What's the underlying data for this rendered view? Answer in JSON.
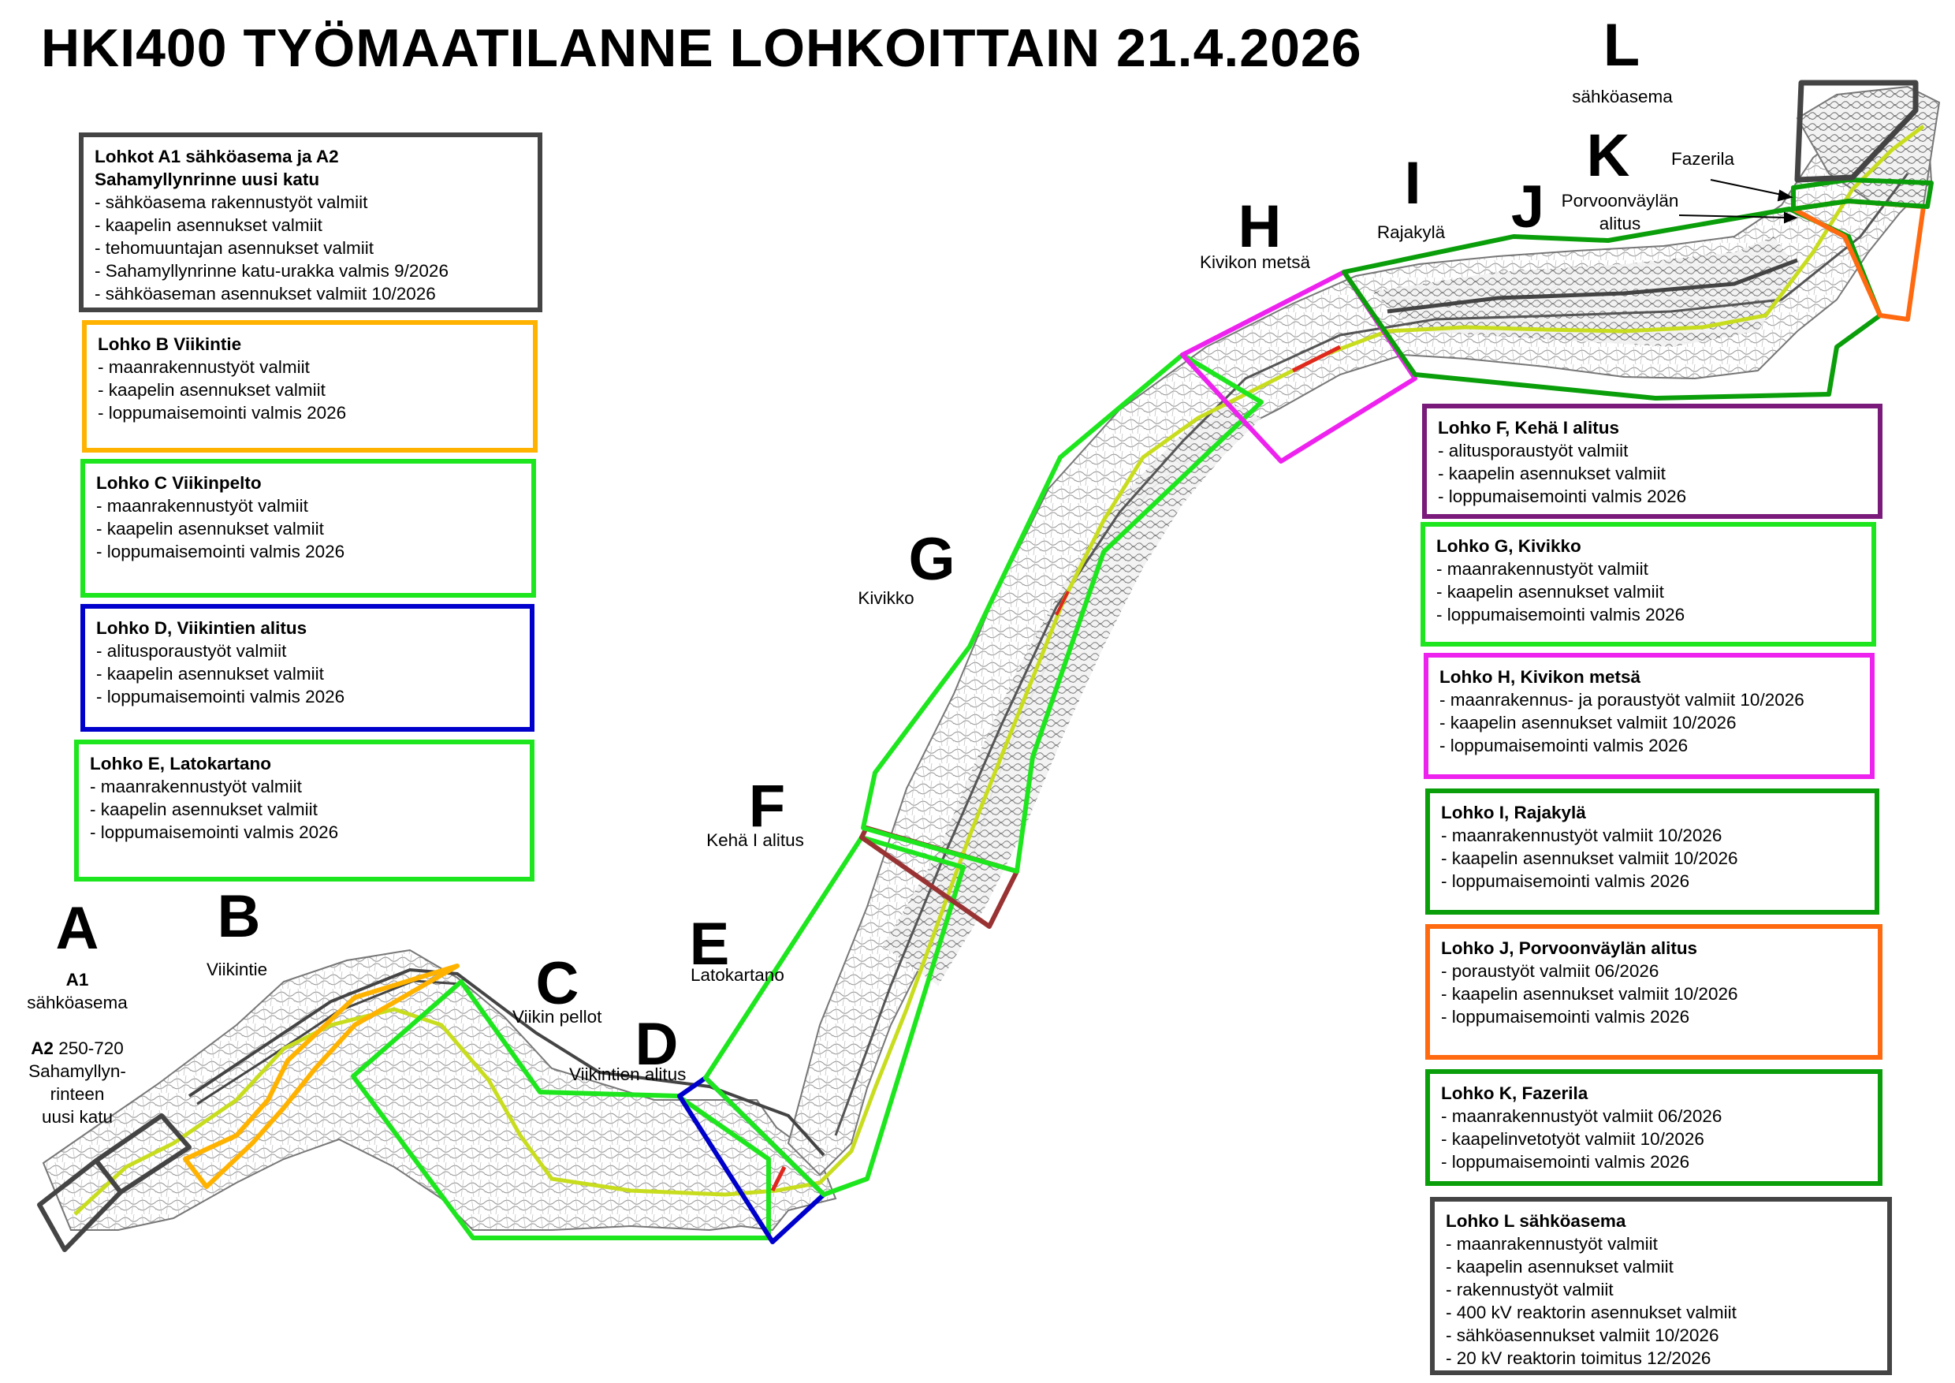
{
  "title": "HKI400 TYÖMAATILANNE LOHKOITTAIN 21.4.2026",
  "colors": {
    "gray": "#444444",
    "orange_yellow": "#ffb300",
    "green": "#1ee61e",
    "blue": "#0000cc",
    "green_dark": "#0a9e0a",
    "magenta": "#ee22ee",
    "purple": "#7a1a7a",
    "brown_red": "#993333",
    "orange": "#ff6a10"
  },
  "letters": {
    "A": "A",
    "B": "B",
    "C": "C",
    "D": "D",
    "E": "E",
    "F": "F",
    "G": "G",
    "H": "H",
    "I": "I",
    "J": "J",
    "K": "K",
    "L": "L"
  },
  "places": {
    "A1": "A1",
    "A1_name": "sähköasema",
    "A2": "A2",
    "A2_range": "250-720",
    "A2_name_1": "Sahamyllyn-",
    "A2_name_2": "rinteen",
    "A2_name_3": "uusi katu",
    "B": "Viikintie",
    "C": "Viikin pellot",
    "D": "Viikintien alitus",
    "E": "Latokartano",
    "F": "Kehä I alitus",
    "G": "Kivikko",
    "H": "Kivikon metsä",
    "I": "Rajakylä",
    "K_1": "Porvoonväylän",
    "K_2": "alitus",
    "Fazerila": "Fazerila",
    "L": "sähköasema"
  },
  "boxes": [
    {
      "id": "A",
      "color_key": "gray",
      "title_1": "Lohkot A1 sähköasema ja A2",
      "title_2": "Sahamyllynrinne uusi katu",
      "items": [
        "sähköasema rakennustyöt valmiit",
        "kaapelin asennukset valmiit",
        "tehomuuntajan asennukset valmiit",
        "Sahamyllynrinne katu-urakka valmis 9/2026",
        "sähköaseman asennukset valmiit 10/2026"
      ]
    },
    {
      "id": "B",
      "color_key": "orange_yellow",
      "title_1": "Lohko B Viikintie",
      "items": [
        "maanrakennustyöt valmiit",
        "kaapelin asennukset valmiit",
        "loppumaisemointi valmis 2026"
      ]
    },
    {
      "id": "C",
      "color_key": "green",
      "title_1": "Lohko C Viikinpelto",
      "items": [
        "maanrakennustyöt valmiit",
        "kaapelin asennukset valmiit",
        "loppumaisemointi valmis 2026"
      ]
    },
    {
      "id": "D",
      "color_key": "blue",
      "title_1": "Lohko D, Viikintien alitus",
      "items": [
        "alitusporaustyöt valmiit",
        "kaapelin asennukset valmiit",
        "loppumaisemointi valmis 2026"
      ]
    },
    {
      "id": "E",
      "color_key": "green",
      "title_1": "Lohko E, Latokartano",
      "items": [
        "maanrakennustyöt  valmiit",
        "kaapelin asennukset valmiit",
        "loppumaisemointi valmis 2026"
      ]
    },
    {
      "id": "F",
      "color_key": "purple",
      "title_1": "Lohko F, Kehä I alitus",
      "items": [
        "alitusporaustyöt valmiit",
        "kaapelin asennukset valmiit",
        "loppumaisemointi valmis 2026"
      ]
    },
    {
      "id": "G",
      "color_key": "green",
      "title_1": "Lohko G, Kivikko",
      "items": [
        "maanrakennustyöt valmiit",
        "kaapelin asennukset valmiit",
        "loppumaisemointi valmis 2026"
      ]
    },
    {
      "id": "H",
      "color_key": "magenta",
      "title_1": "Lohko H, Kivikon metsä",
      "items": [
        "maanrakennus- ja poraustyöt valmiit 10/2026",
        "kaapelin asennukset valmiit 10/2026",
        "loppumaisemointi valmis 2026"
      ]
    },
    {
      "id": "I",
      "color_key": "green_dark",
      "title_1": "Lohko I, Rajakylä",
      "items": [
        "maanrakennustyöt valmiit 10/2026",
        "kaapelin asennukset valmiit 10/2026",
        "loppumaisemointi valmis 2026"
      ]
    },
    {
      "id": "J",
      "color_key": "orange",
      "title_1": "Lohko J, Porvoonväylän alitus",
      "items": [
        "poraustyöt valmiit 06/2026",
        "kaapelin asennukset valmiit 10/2026",
        "loppumaisemointi valmis 2026"
      ]
    },
    {
      "id": "K",
      "color_key": "green_dark",
      "title_1": "Lohko K, Fazerila",
      "items": [
        "maanrakennustyöt valmiit 06/2026",
        "kaapelinvetotyöt valmiit 10/2026",
        "loppumaisemointi valmis 2026"
      ]
    },
    {
      "id": "L",
      "color_key": "gray",
      "title_1": "Lohko L sähköasema",
      "items": [
        "maanrakennustyöt valmiit",
        "kaapelin asennukset valmiit",
        "rakennustyöt valmiit",
        "400 kV reaktorin asennukset valmiit",
        "sähköasennukset valmiit 10/2026",
        "20 kV reaktorin toimitus 12/2026"
      ]
    }
  ]
}
